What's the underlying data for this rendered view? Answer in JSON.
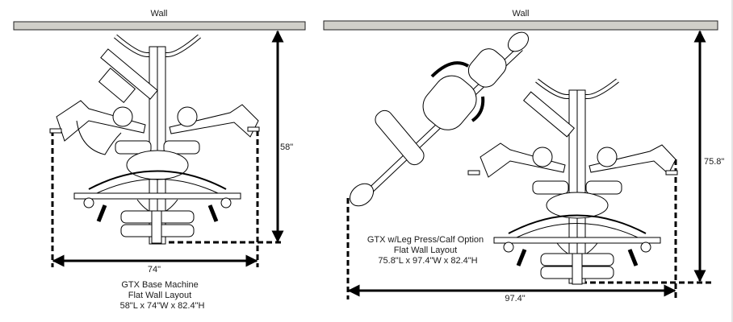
{
  "colors": {
    "wall_fill": "#d0cfc9",
    "stroke": "#000000",
    "background": "#ffffff"
  },
  "left_layout": {
    "wall_label": "Wall",
    "depth_dimension": "58\"",
    "width_dimension": "74\"",
    "caption": [
      "GTX Base Machine",
      "Flat Wall Layout",
      "58\"L x 74\"W x 82.4\"H"
    ]
  },
  "right_layout": {
    "wall_label": "Wall",
    "depth_dimension": "75.8\"",
    "width_dimension": "97.4\"",
    "caption": [
      "GTX w/Leg Press/Calf Option",
      "Flat Wall Layout",
      "75.8\"L x 97.4\"W x 82.4\"H"
    ]
  }
}
